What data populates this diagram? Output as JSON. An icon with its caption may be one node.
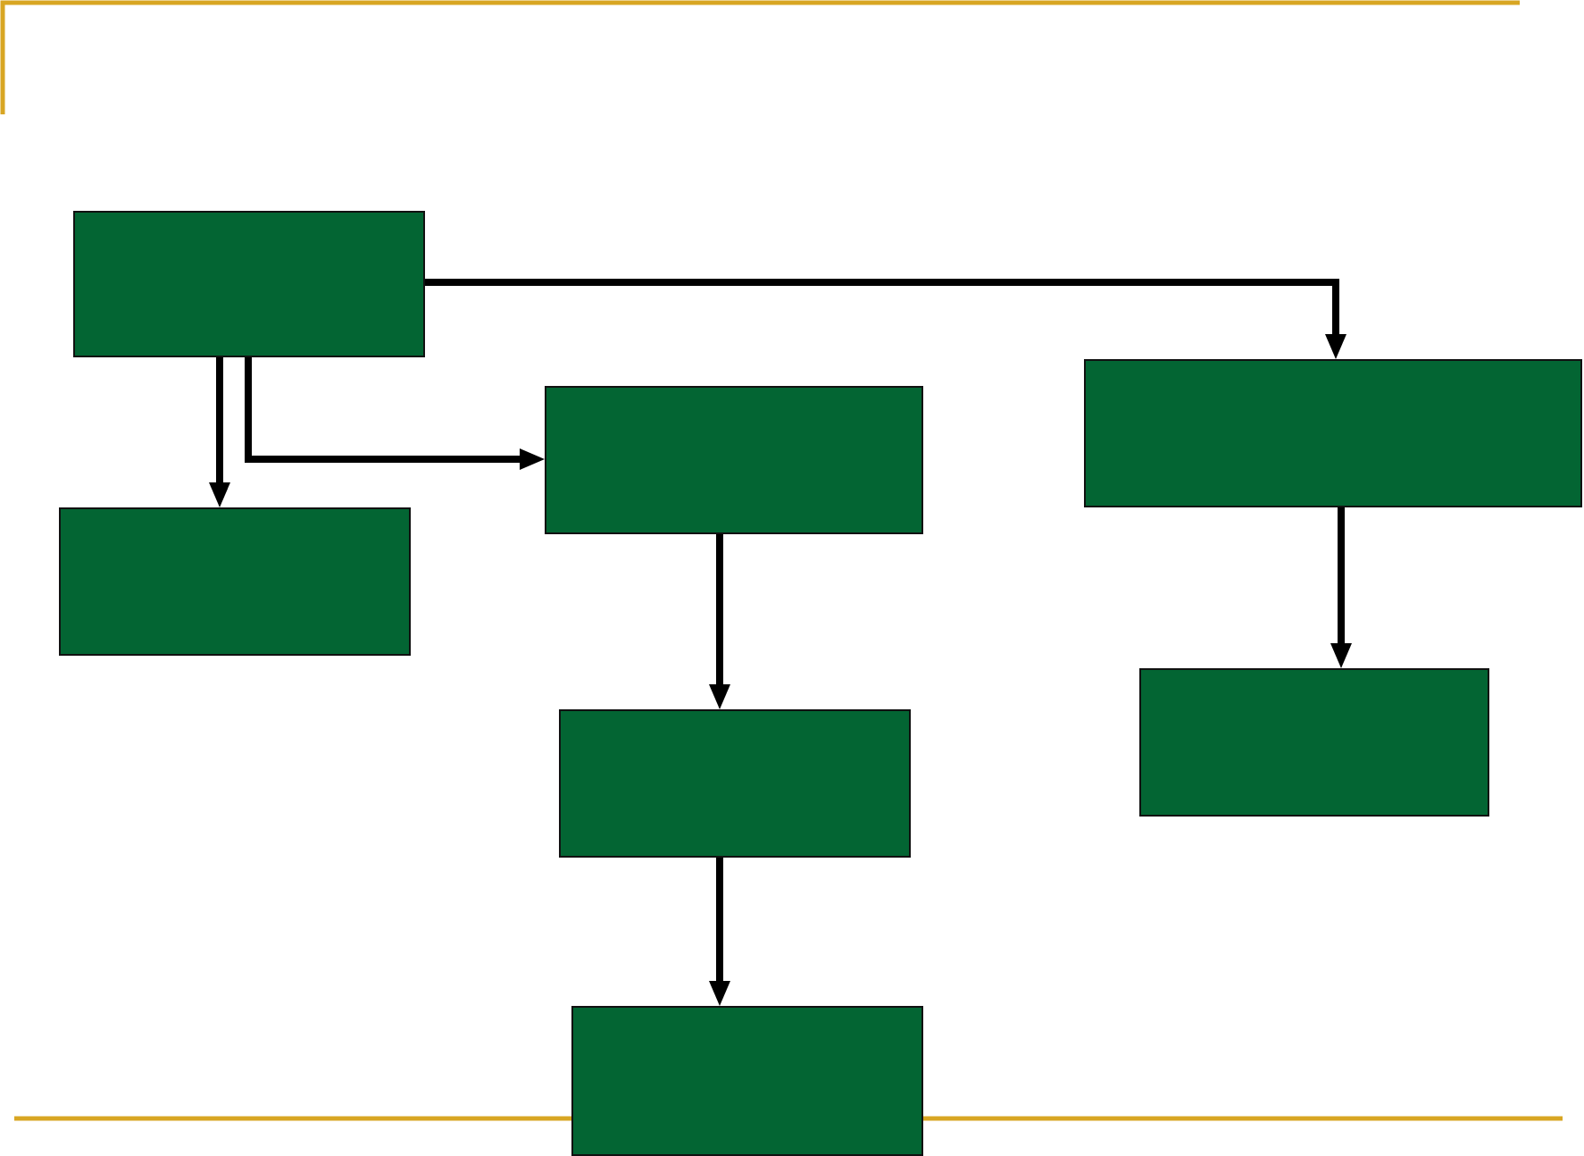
{
  "diagram": {
    "nodes": [
      {
        "text": [],
        "shape": "box"
      },
      {
        "text": [],
        "shape": "box"
      },
      {
        "text": [],
        "shape": "box"
      },
      {
        "text": [],
        "shape": "box"
      },
      {
        "text": [],
        "shape": "box"
      },
      {
        "text": [],
        "shape": "box"
      },
      {
        "text": [],
        "shape": "box"
      }
    ],
    "edges": [
      {
        "from": 0,
        "to": 1,
        "arrow": "to"
      },
      {
        "from": 0,
        "to": 2,
        "arrow": "to"
      },
      {
        "from": 0,
        "to": 3,
        "arrow": "to"
      },
      {
        "from": 2,
        "to": 4,
        "arrow": "to"
      },
      {
        "from": 4,
        "to": 6,
        "arrow": "to"
      },
      {
        "from": 3,
        "to": 5,
        "arrow": "to"
      }
    ]
  }
}
